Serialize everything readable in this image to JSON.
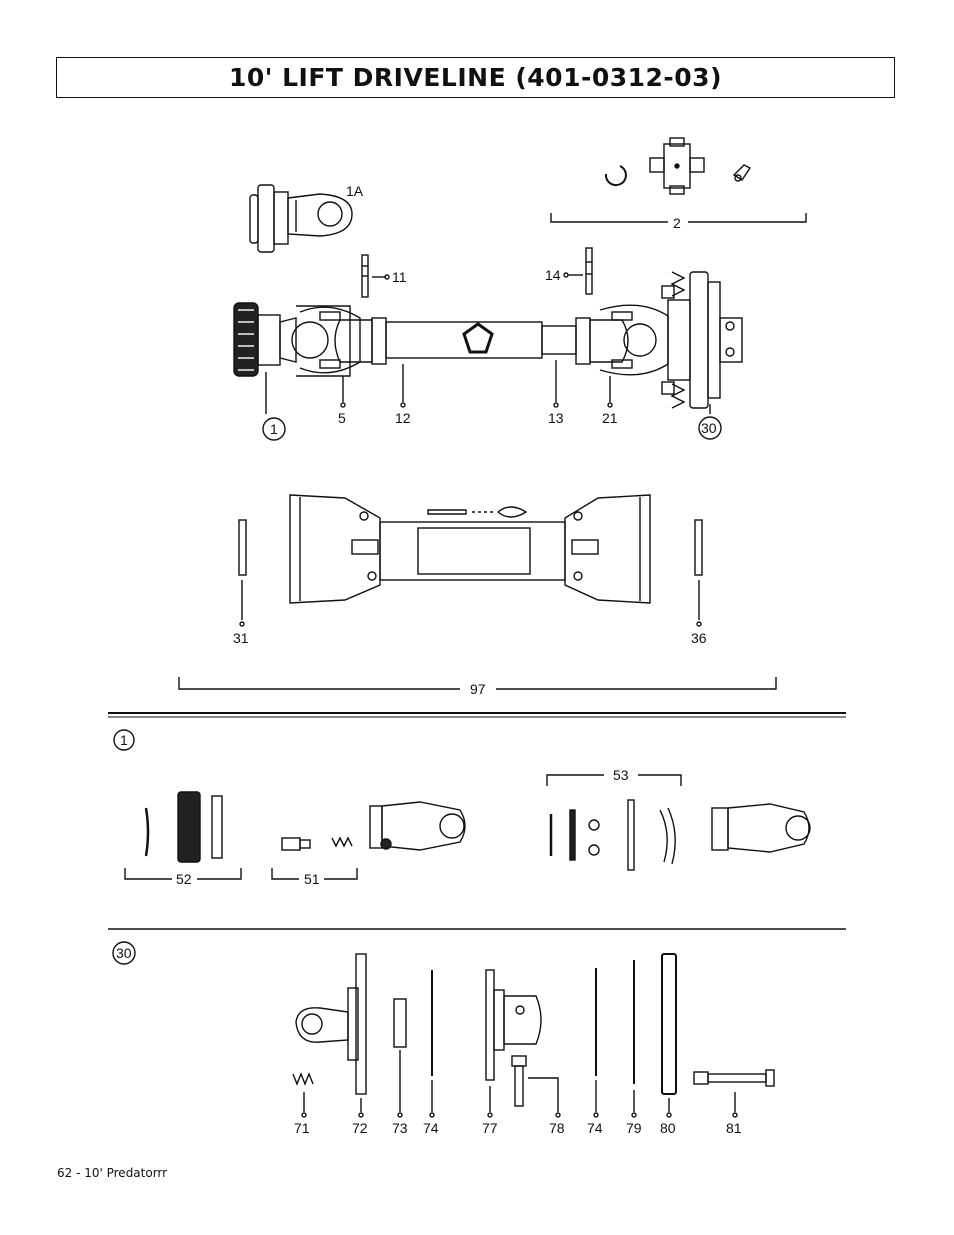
{
  "header": {
    "title": "10' LIFT DRIVELINE (401-0312-03)"
  },
  "callouts": {
    "c1A": "1A",
    "c2": "2",
    "c11": "11",
    "c14": "14",
    "c1": "1",
    "c5": "5",
    "c12": "12",
    "c13": "13",
    "c21": "21",
    "c30": "30",
    "c31": "31",
    "c36": "36",
    "c97": "97"
  },
  "section1": {
    "marker": "1",
    "labels": {
      "c52": "52",
      "c51": "51",
      "c53": "53"
    }
  },
  "section30": {
    "marker": "30",
    "labels": {
      "c71": "71",
      "c72": "72",
      "c73": "73",
      "c74a": "74",
      "c77": "77",
      "c78": "78",
      "c74b": "74",
      "c79": "79",
      "c80": "80",
      "c81": "81"
    }
  },
  "footer": {
    "text": "62 - 10' Predatorrr"
  }
}
